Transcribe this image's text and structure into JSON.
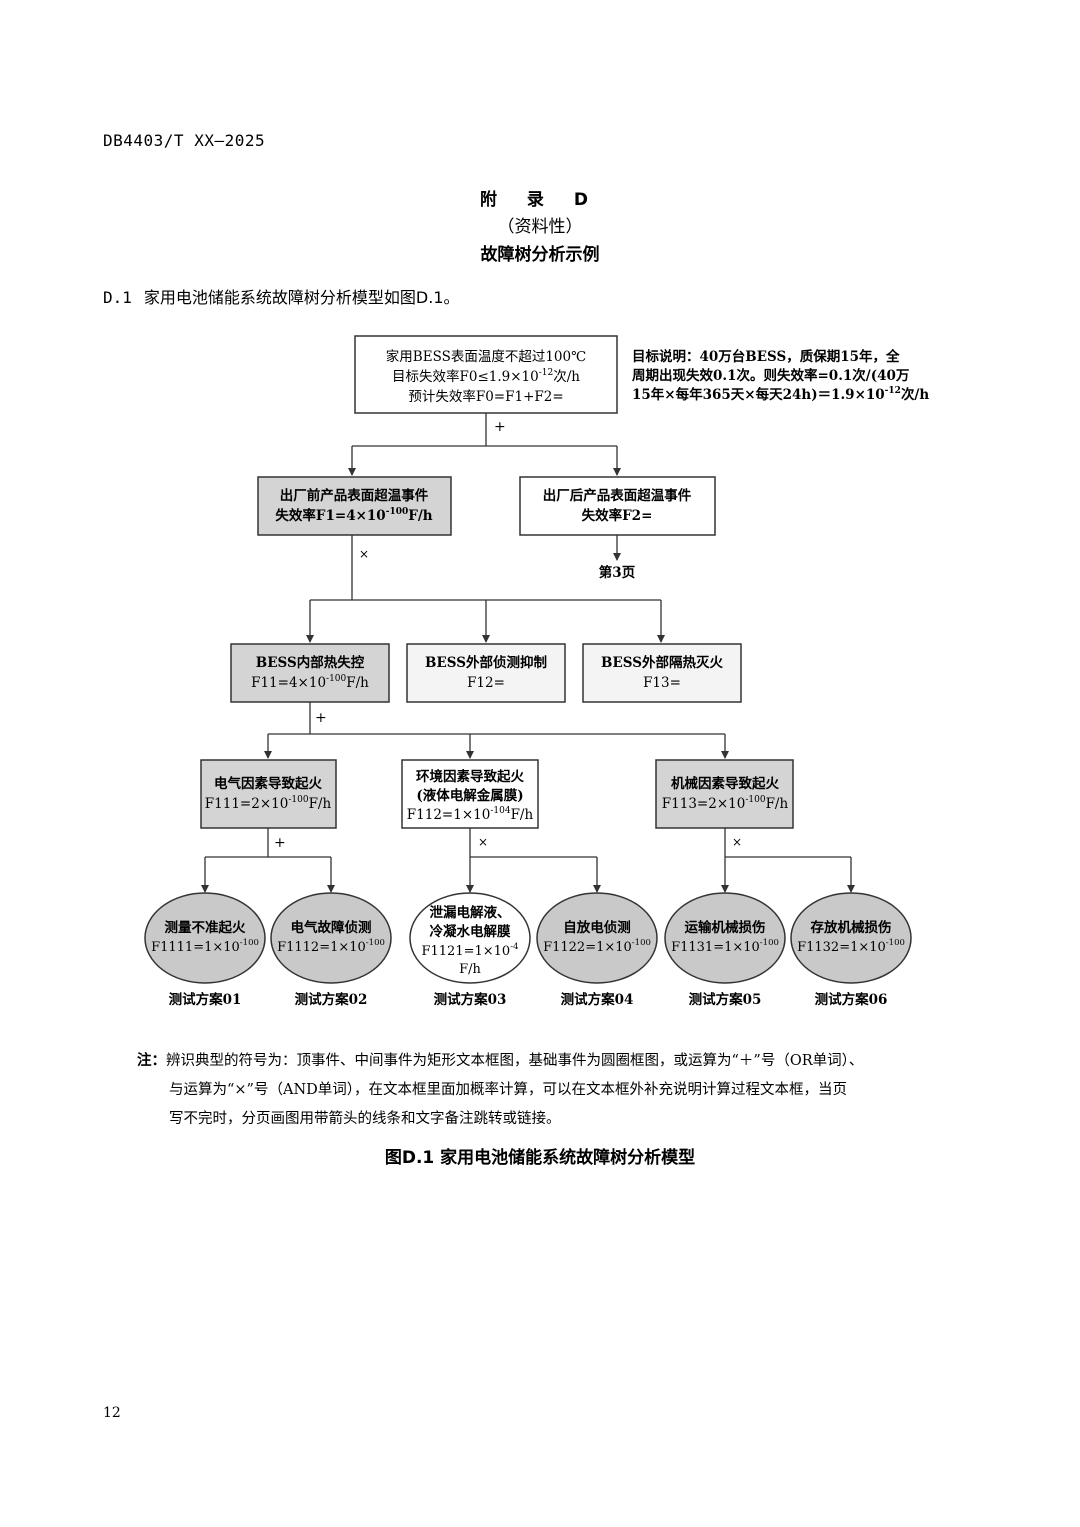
{
  "header": {
    "doc_code": "DB4403/T XX—2025"
  },
  "title": {
    "annex": "附 录 D",
    "nature": "（资料性）",
    "name": "故障树分析示例"
  },
  "intro": {
    "num": "D.1",
    "text": "家用电池储能系统故障树分析模型如图D.1。"
  },
  "tree": {
    "top": {
      "l1": "家用BESS表面温度不超过100℃",
      "l2a": "目标失效率F0≤1.9×10",
      "l2sup": "-12",
      "l2b": "次/h",
      "l3": "预计失效率F0=F1+F2="
    },
    "goal": {
      "l1": "目标说明：40万台BESS，质保期15年，全",
      "l2": "周期出现失效0.1次。则失效率=0.1次/(40万",
      "l3a": "15年×每年365天×每天24h)＝1.9×10",
      "l3sup": "-12",
      "l3b": "次/h"
    },
    "gate_top": "+",
    "f1": {
      "l1": "出厂前产品表面超温事件",
      "l2a": "失效率F1=4×10",
      "l2sup": "-100",
      "l2b": "F/h"
    },
    "f2": {
      "l1": "出厂后产品表面超温事件",
      "l2": "失效率F2="
    },
    "page_ref": "第3页",
    "gate_f1": "×",
    "f11": {
      "l1": "BESS内部热失控",
      "l2a": "F11=4×10",
      "l2sup": "-100",
      "l2b": "F/h"
    },
    "f12": {
      "l1": "BESS外部侦测抑制",
      "l2": "F12="
    },
    "f13": {
      "l1": "BESS外部隔热灭火",
      "l2": "F13="
    },
    "gate_f11": "+",
    "f111": {
      "l1": "电气因素导致起火",
      "l2a": "F111=2×10",
      "l2sup": "-100",
      "l2b": "F/h"
    },
    "f112": {
      "l1": "环境因素导致起火",
      "l2": "(液体电解金属膜)",
      "l3a": "F112=1×10",
      "l3sup": "-104",
      "l3b": "F/h"
    },
    "f113": {
      "l1": "机械因素导致起火",
      "l2a": "F113=2×10",
      "l2sup": "-100",
      "l2b": "F/h"
    },
    "gate_f111": "+",
    "gate_f112": "×",
    "gate_f113": "×",
    "e1111": {
      "l1": "测量不准起火",
      "l2a": "F1111=1×10",
      "l2sup": "-100",
      "plan": "测试方案01"
    },
    "e1112": {
      "l1": "电气故障侦测",
      "l2a": "F1112=1×10",
      "l2sup": "-100",
      "plan": "测试方案02"
    },
    "e1121": {
      "l1": "泄漏电解液、",
      "l2": "冷凝水电解膜",
      "l3a": "F1121=1×10",
      "l3sup": "-4",
      "l4": "F/h",
      "plan": "测试方案03"
    },
    "e1122": {
      "l1": "自放电侦测",
      "l2a": "F1122=1×10",
      "l2sup": "-100",
      "plan": "测试方案04"
    },
    "e1131": {
      "l1": "运输机械损伤",
      "l2a": "F1131=1×10",
      "l2sup": "-100",
      "plan": "测试方案05"
    },
    "e1132": {
      "l1": "存放机械损伤",
      "l2a": "F1132=1×10",
      "l2sup": "-100",
      "plan": "测试方案06"
    }
  },
  "note": {
    "label": "注：",
    "l1": "辨识典型的符号为：顶事件、中间事件为矩形文本框图，基础事件为圆圈框图，或运算为“＋”号（OR单词）、",
    "l2": "与运算为“×”号（AND单词），在文本框里面加概率计算，可以在文本框外补充说明计算过程文本框，当页",
    "l3": "写不完时，分页画图用带箭头的线条和文字备注跳转或链接。"
  },
  "caption": "图D.1 家用电池储能系统故障树分析模型",
  "page_number": "12",
  "colors": {
    "gray_fill": "#d4d4d4",
    "ellipse_fill": "#c9c9c9",
    "line": "#333333"
  }
}
